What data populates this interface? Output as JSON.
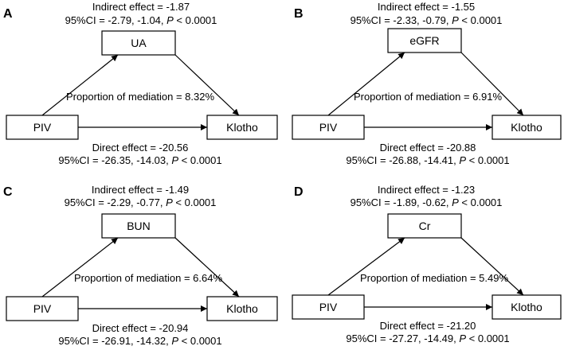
{
  "panels": [
    {
      "letter": "A",
      "mediator": "UA",
      "exposure": "PIV",
      "outcome": "Klotho",
      "indirect_effect": "Indirect effect = -1.87",
      "indirect_ci": "95%CI = -2.79, -1.04, ",
      "indirect_p": "P",
      "indirect_pval": " < 0.0001",
      "proportion": "Proportion of mediation = 8.32%",
      "direct_effect": "Direct effect = -20.56",
      "direct_ci": "95%CI = -26.35, -14.03, ",
      "direct_p": "P",
      "direct_pval": " < 0.0001"
    },
    {
      "letter": "B",
      "mediator": "eGFR",
      "exposure": "PIV",
      "outcome": "Klotho",
      "indirect_effect": "Indirect effect = -1.55",
      "indirect_ci": "95%CI = -2.33, -0.79, ",
      "indirect_p": "P",
      "indirect_pval": " < 0.0001",
      "proportion": "Proportion of mediation = 6.91%",
      "direct_effect": "Direct effect = -20.88",
      "direct_ci": "95%CI = -26.88, -14.41, ",
      "direct_p": "P",
      "direct_pval": " < 0.0001"
    },
    {
      "letter": "C",
      "mediator": "BUN",
      "exposure": "PIV",
      "outcome": "Klotho",
      "indirect_effect": "Indirect effect = -1.49",
      "indirect_ci": "95%CI = -2.29, -0.77, ",
      "indirect_p": "P",
      "indirect_pval": " < 0.0001",
      "proportion": "Proportion of mediation = 6.64%",
      "direct_effect": "Direct effect = -20.94",
      "direct_ci": "95%CI = -26.91, -14.32, ",
      "direct_p": "P",
      "direct_pval": " < 0.0001"
    },
    {
      "letter": "D",
      "mediator": "Cr",
      "exposure": "PIV",
      "outcome": "Klotho",
      "indirect_effect": "Indirect effect = -1.23",
      "indirect_ci": "95%CI = -1.89, -0.62, ",
      "indirect_p": "P",
      "indirect_pval": " < 0.0001",
      "proportion": "Proportion of mediation = 5.49%",
      "direct_effect": "Direct effect = -21.20",
      "direct_ci": "95%CI = -27.27, -14.49, ",
      "direct_p": "P",
      "direct_pval": " < 0.0001"
    }
  ]
}
